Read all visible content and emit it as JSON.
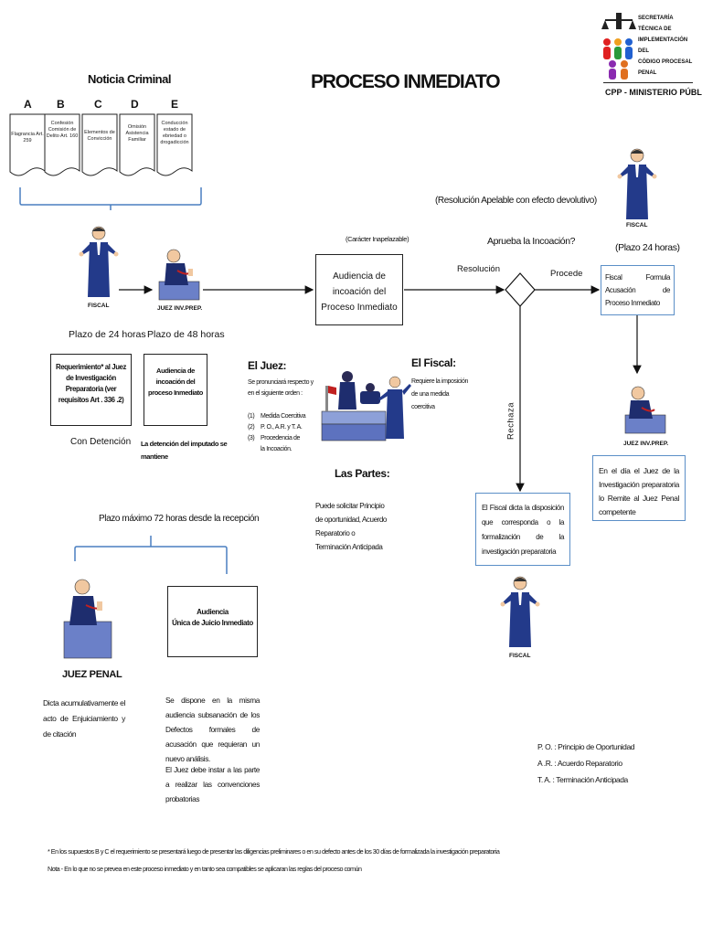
{
  "title": "PROCESO INMEDIATO",
  "logo": {
    "line1": "SECRETARÍA TÉCNICA DE",
    "line2": "IMPLEMENTACIÓN DEL",
    "line3": "CÓDIGO PROCESAL PENAL",
    "footer": "CPP - MINISTERIO PÚBLICO"
  },
  "noticia": {
    "heading": "Noticia Criminal",
    "docs": [
      {
        "letter": "A",
        "text": "Flagrancia Art. 259"
      },
      {
        "letter": "B",
        "text": "Confesión Comisión de Delito Art. 160"
      },
      {
        "letter": "C",
        "text": "Elementos de Convicción"
      },
      {
        "letter": "D",
        "text": "Omisión Asistencia Familiar"
      },
      {
        "letter": "E",
        "text": "Conducción estado de ebriedad o drogadicción"
      }
    ]
  },
  "figures": {
    "fiscal": "FISCAL",
    "juez_inv": "JUEZ INV.PREP.",
    "juez_penal": "JUEZ PENAL"
  },
  "left": {
    "plazo24": "Plazo de 24 horas",
    "plazo48": "Plazo de 48 horas",
    "requerimiento": "Requerimiento* al Juez de Investigación Preparatoria (ver requisitos Art . 336 .2)",
    "audiencia_incoacion": "Audiencia de incoación del proceso Inmediato",
    "con_detencion": "Con Detención",
    "detencion_mantiene": "La detención del imputado se mantiene"
  },
  "center": {
    "caracter": "(Carácter Inapelazable)",
    "audiencia": "Audiencia de incoación del Proceso Inmediato",
    "resolucion": "Resolución",
    "resolucion_apelable": "(Resolución Apelable con efecto devolutivo)",
    "aprueba": "Aprueba la Incoación?",
    "procede": "Procede",
    "rechaza": "Rechaza"
  },
  "juez_block": {
    "heading": "El Juez:",
    "intro": "Se pronunciará respecto y en el siguiente orden :",
    "items": [
      {
        "num": "(1)",
        "text": "Medida Coercitiva"
      },
      {
        "num": "(2)",
        "text": "P. O., A.R. y T. A."
      },
      {
        "num": "(3)",
        "text": "Procedencia de la Incoación."
      }
    ]
  },
  "fiscal_block": {
    "heading": "El Fiscal:",
    "text": "Requiere la imposición de una medida coercitiva"
  },
  "partes_block": {
    "heading": "Las Partes:",
    "text": "Puede solicitar Principio de oportunidad, Acuerdo Reparatorio o Terminación Anticipada"
  },
  "right": {
    "plazo24": "(Plazo 24 horas)",
    "fiscal_formula": "Fiscal Formula Acusación de Proceso Inmediato",
    "en_el_dia": "En el día el Juez de la Investigación preparatoria lo Remite al Juez Penal competente",
    "fiscal_dicta": "El Fiscal dicta la disposición que corresponda o la formalización de la investigación preparatoria"
  },
  "bottom": {
    "plazo72": "Plazo máximo 72 horas desde la recepción",
    "audiencia_unica_l1": "Audiencia",
    "audiencia_unica_l2": "Única de Juicio Inmediato",
    "dicta": "Dicta acumulativamente el acto de Enjuiciamiento y de citación",
    "se_dispone": "Se dispone en la misma audiencia subsanación de los Defectos formales de acusación que requieran un nuevo análisis.",
    "el_juez_debe": "El Juez debe instar a las parte a realizar las convenciones probatorias"
  },
  "legend": [
    "P. O. : Principio de Oportunidad",
    "A .R. : Acuerdo Reparatorio",
    "T. A. : Terminación Anticipada"
  ],
  "footnotes": {
    "note1": "* En los supuestos B y C el requerimiento se presentará luego de presentar las diligencias preliminares o en su defecto antes de los 30 días de formalizada la investigación preparatoria",
    "note2": "Nota - En lo que no se prevea en este proceso inmediato y en tanto sea compatibles se aplicaran las reglas del proceso común"
  }
}
